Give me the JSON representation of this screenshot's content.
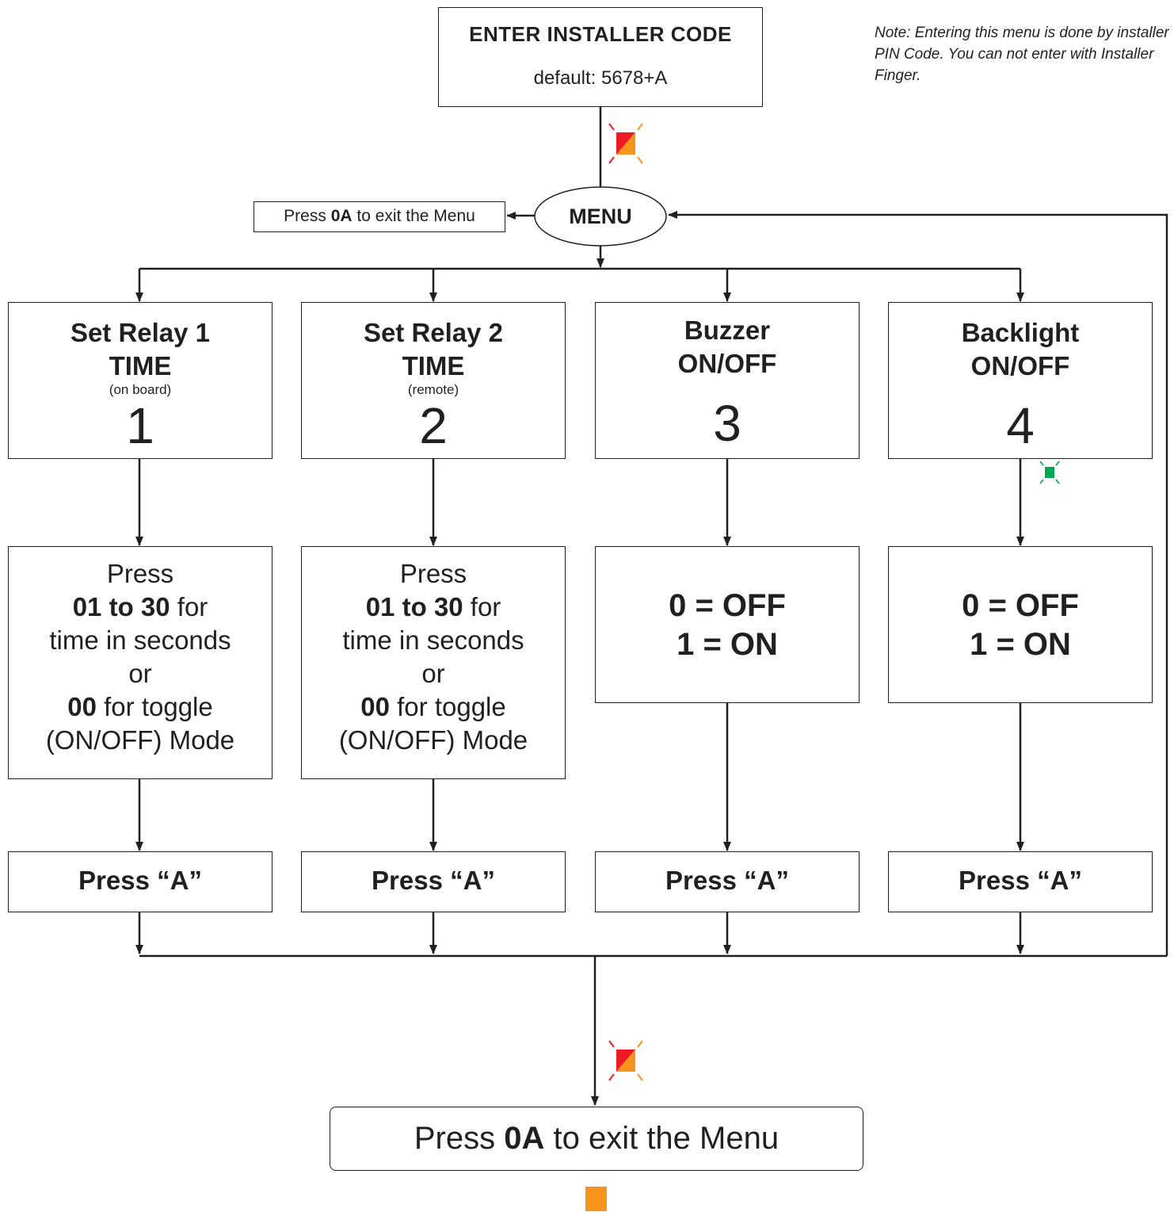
{
  "note": "Note: Entering this menu is done by installer PIN Code. You can not enter with Installer Finger.",
  "installer": {
    "title": "ENTER INSTALLER CODE",
    "default": "default: 5678+A"
  },
  "menu": {
    "label": "MENU"
  },
  "exit_small": {
    "pre": "Press ",
    "key": "0A",
    "post": " to exit the Menu"
  },
  "exit_big": {
    "pre": "Press ",
    "key": "0A",
    "post": " to exit the Menu"
  },
  "options": [
    {
      "title1": "Set Relay 1",
      "title2": "TIME",
      "sub": "(on board)",
      "number": "1",
      "instr": {
        "press": "Press",
        "range": "01 to 30",
        "range_suffix": " for",
        "line3": "time in seconds",
        "line4": "or",
        "toggle_key": "00",
        "toggle_suffix": " for toggle",
        "line6": "(ON/OFF) Mode"
      },
      "confirm": "Press “A”"
    },
    {
      "title1": "Set Relay 2",
      "title2": "TIME",
      "sub": "(remote)",
      "number": "2",
      "instr": {
        "press": "Press",
        "range": "01 to 30",
        "range_suffix": " for",
        "line3": "time in seconds",
        "line4": "or",
        "toggle_key": "00",
        "toggle_suffix": " for toggle",
        "line6": "(ON/OFF) Mode"
      },
      "confirm": "Press “A”"
    },
    {
      "title1": "Buzzer",
      "title2": "ON/OFF",
      "number": "3",
      "values": {
        "off": "0 = OFF",
        "on": "1 = ON"
      },
      "confirm": "Press “A”"
    },
    {
      "title1": "Backlight",
      "title2": "ON/OFF",
      "number": "4",
      "values": {
        "off": "0 = OFF",
        "on": "1 = ON"
      },
      "confirm": "Press “A”"
    }
  ],
  "colors": {
    "line": "#231f20",
    "led_red": "#ed1c24",
    "led_orange": "#f7941d",
    "led_green": "#00a651"
  },
  "indicators": [
    "led-red-orange-blinking-icon",
    "led-green-blinking-icon",
    "led-red-orange-blinking-icon",
    "led-orange-steady-icon"
  ]
}
